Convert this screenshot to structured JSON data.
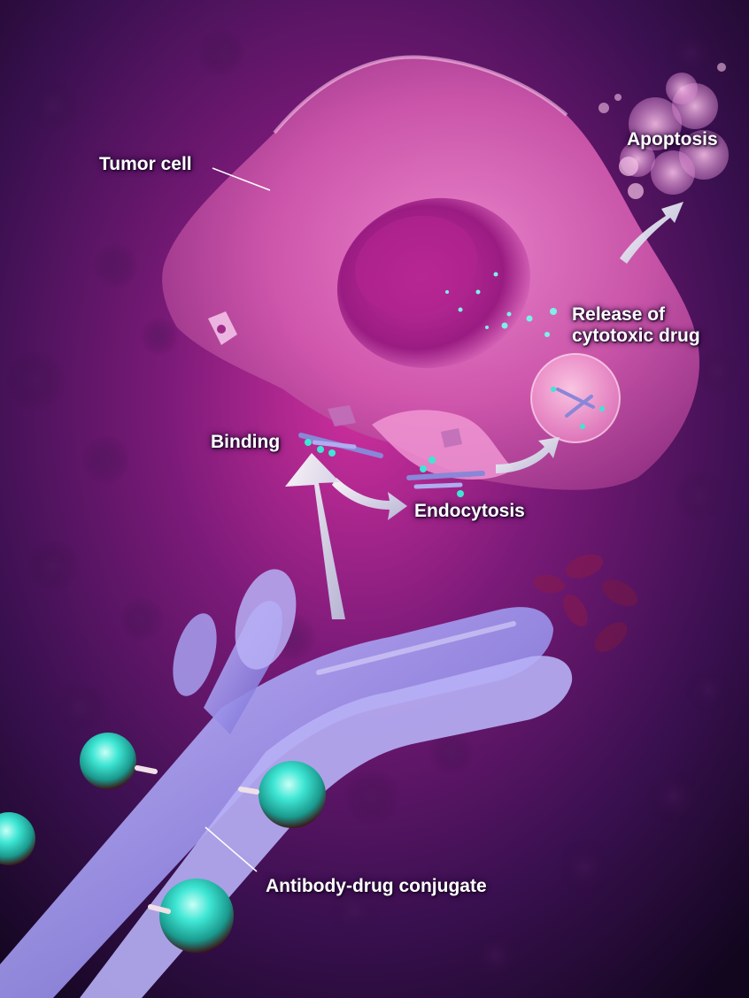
{
  "labels": {
    "tumor_cell": "Tumor cell",
    "apoptosis": "Apoptosis",
    "release_line1": "Release of",
    "release_line2": "cytotoxic drug",
    "binding": "Binding",
    "endocytosis": "Endocytosis",
    "adc": "Antibody-drug conjugate"
  },
  "colors": {
    "background_dark": "#1a0a2e",
    "cell_pink": "#d85bb8",
    "nucleus_magenta": "#a0208a",
    "antibody_lavender": "#a7a2ee",
    "drug_cyan": "#3fe6d4",
    "arrow_white": "#eef0ff",
    "label_text": "#ffffff"
  }
}
